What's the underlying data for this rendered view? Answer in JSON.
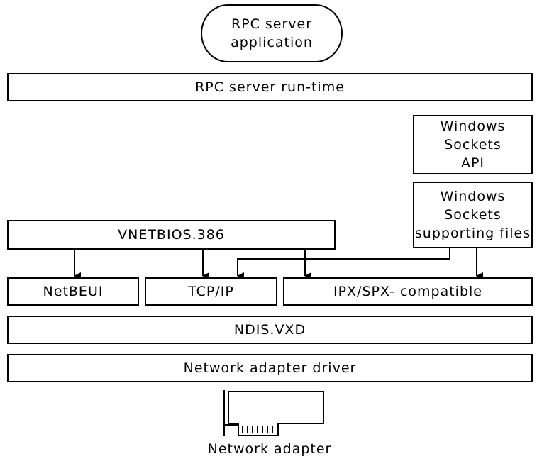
{
  "diagram": {
    "app": {
      "line1": "RPC server",
      "line2": "application"
    },
    "runtime": "RPC server run-time",
    "winsock_api": {
      "line1": "Windows",
      "line2": "Sockets",
      "line3": "API"
    },
    "winsock_files": {
      "line1": "Windows",
      "line2": "Sockets",
      "line3": "supporting files"
    },
    "vnetbios": "VNETBIOS.386",
    "netbeui": "NetBEUI",
    "tcpip": "TCP/IP",
    "ipxspx": "IPX/SPX- compatible",
    "ndis": "NDIS.VXD",
    "adapter_driver": "Network adapter driver",
    "adapter_caption": "Network adapter"
  }
}
